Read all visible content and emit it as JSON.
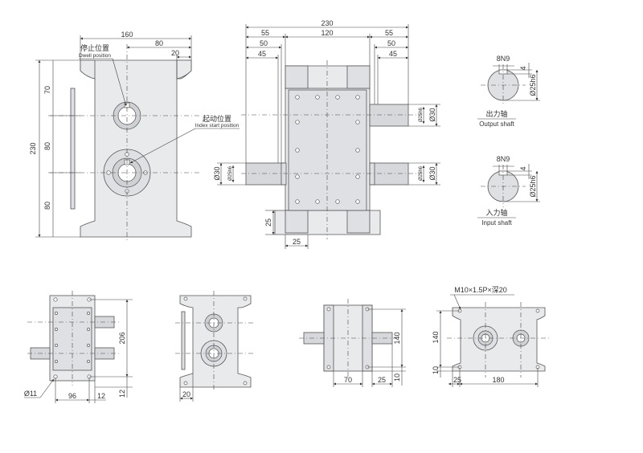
{
  "front_view": {
    "dims": {
      "overall_width": "160",
      "half_width": "80",
      "edge_offset": "20",
      "overall_height": "230",
      "top_seg": "70",
      "mid_seg": "80",
      "bot_seg": "80"
    },
    "dwell_cn": "停止位置",
    "dwell_en": "Dwell position",
    "index_cn": "起动位置",
    "index_en": "Index start position"
  },
  "side_view": {
    "dims": {
      "total": "230",
      "left_shaft": "55",
      "body": "120",
      "right_shaft": "55",
      "left_50": "50",
      "right_50": "50",
      "left_45": "45",
      "right_45": "45",
      "dia_out": "Ø30",
      "dia_out_tol": "Ø25h6",
      "dia_in": "Ø30",
      "dia_in_tol": "Ø25h6",
      "dia_in_left": "Ø30",
      "dia_in_left_tol": "Ø25h6",
      "base_h": "25",
      "base_w": "25"
    }
  },
  "output_shaft": {
    "key": "8N9",
    "depth": "4",
    "dia": "Ø25h6",
    "label_cn": "出力轴",
    "label_en": "Output shaft"
  },
  "input_shaft": {
    "key": "8N9",
    "depth": "4",
    "dia": "Ø25h6",
    "label_cn": "入力轴",
    "label_en": "Input shaft"
  },
  "bottom_a": {
    "hole": "Ø11",
    "w1": "96",
    "w2": "12",
    "h1": "206",
    "h2": "12"
  },
  "bottom_b": {
    "w": "20"
  },
  "bottom_c": {
    "w1": "70",
    "w2": "25",
    "h1": "140",
    "h2": "10"
  },
  "bottom_d": {
    "thread": "M10×1.5P×深20",
    "h1": "140",
    "h2": "10",
    "w1": "25",
    "w2": "180"
  }
}
